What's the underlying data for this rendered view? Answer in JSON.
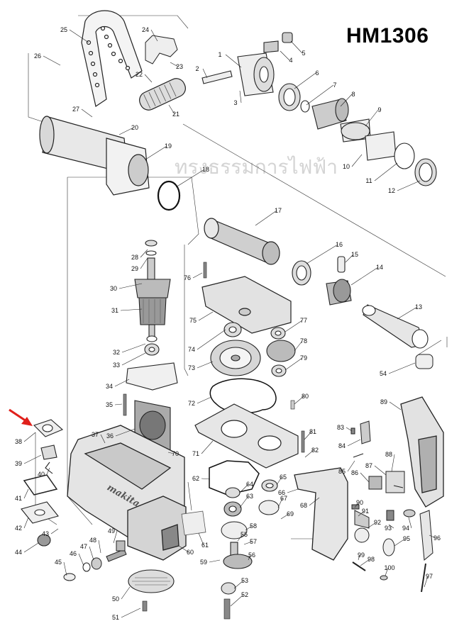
{
  "title": "HM1306",
  "watermark": "ทรงธรรมการไฟฟ้า",
  "brand_label": "makita",
  "callout": {
    "target_part": "38",
    "color": "#e0201b"
  },
  "parts": [
    {
      "n": "1"
    },
    {
      "n": "2"
    },
    {
      "n": "3"
    },
    {
      "n": "4"
    },
    {
      "n": "5"
    },
    {
      "n": "6"
    },
    {
      "n": "7"
    },
    {
      "n": "8"
    },
    {
      "n": "9"
    },
    {
      "n": "10"
    },
    {
      "n": "11"
    },
    {
      "n": "12"
    },
    {
      "n": "13"
    },
    {
      "n": "14"
    },
    {
      "n": "15"
    },
    {
      "n": "16"
    },
    {
      "n": "17"
    },
    {
      "n": "18"
    },
    {
      "n": "19"
    },
    {
      "n": "20"
    },
    {
      "n": "21"
    },
    {
      "n": "22"
    },
    {
      "n": "23"
    },
    {
      "n": "24"
    },
    {
      "n": "25"
    },
    {
      "n": "26"
    },
    {
      "n": "27"
    },
    {
      "n": "28"
    },
    {
      "n": "29"
    },
    {
      "n": "30"
    },
    {
      "n": "31"
    },
    {
      "n": "32"
    },
    {
      "n": "33"
    },
    {
      "n": "34"
    },
    {
      "n": "35"
    },
    {
      "n": "36"
    },
    {
      "n": "37"
    },
    {
      "n": "38"
    },
    {
      "n": "39"
    },
    {
      "n": "40"
    },
    {
      "n": "41"
    },
    {
      "n": "42"
    },
    {
      "n": "43"
    },
    {
      "n": "44"
    },
    {
      "n": "45"
    },
    {
      "n": "46"
    },
    {
      "n": "47"
    },
    {
      "n": "48"
    },
    {
      "n": "49"
    },
    {
      "n": "50"
    },
    {
      "n": "51"
    },
    {
      "n": "52"
    },
    {
      "n": "53"
    },
    {
      "n": "54"
    },
    {
      "n": "55"
    },
    {
      "n": "56"
    },
    {
      "n": "57"
    },
    {
      "n": "58"
    },
    {
      "n": "59"
    },
    {
      "n": "60"
    },
    {
      "n": "61"
    },
    {
      "n": "62"
    },
    {
      "n": "63"
    },
    {
      "n": "64"
    },
    {
      "n": "65"
    },
    {
      "n": "66"
    },
    {
      "n": "67"
    },
    {
      "n": "68"
    },
    {
      "n": "69"
    },
    {
      "n": "70"
    },
    {
      "n": "71"
    },
    {
      "n": "72"
    },
    {
      "n": "73"
    },
    {
      "n": "74"
    },
    {
      "n": "75"
    },
    {
      "n": "76"
    },
    {
      "n": "77"
    },
    {
      "n": "78"
    },
    {
      "n": "79"
    },
    {
      "n": "80"
    },
    {
      "n": "81"
    },
    {
      "n": "82"
    },
    {
      "n": "83"
    },
    {
      "n": "84"
    },
    {
      "n": "85"
    },
    {
      "n": "86"
    },
    {
      "n": "87"
    },
    {
      "n": "88"
    },
    {
      "n": "89"
    },
    {
      "n": "90"
    },
    {
      "n": "91"
    },
    {
      "n": "92"
    },
    {
      "n": "93"
    },
    {
      "n": "94"
    },
    {
      "n": "95"
    },
    {
      "n": "96"
    },
    {
      "n": "97"
    },
    {
      "n": "98"
    },
    {
      "n": "99"
    },
    {
      "n": "100"
    }
  ]
}
